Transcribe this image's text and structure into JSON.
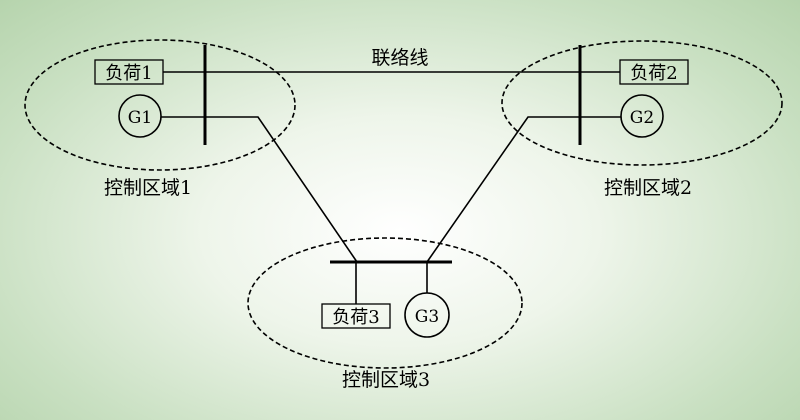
{
  "tie_line_label": "联络线",
  "areas": [
    {
      "label": "控制区域1",
      "load": "负荷1",
      "generator": "G1"
    },
    {
      "label": "控制区域2",
      "load": "负荷2",
      "generator": "G2"
    },
    {
      "label": "控制区域3",
      "load": "负荷3",
      "generator": "G3"
    }
  ]
}
